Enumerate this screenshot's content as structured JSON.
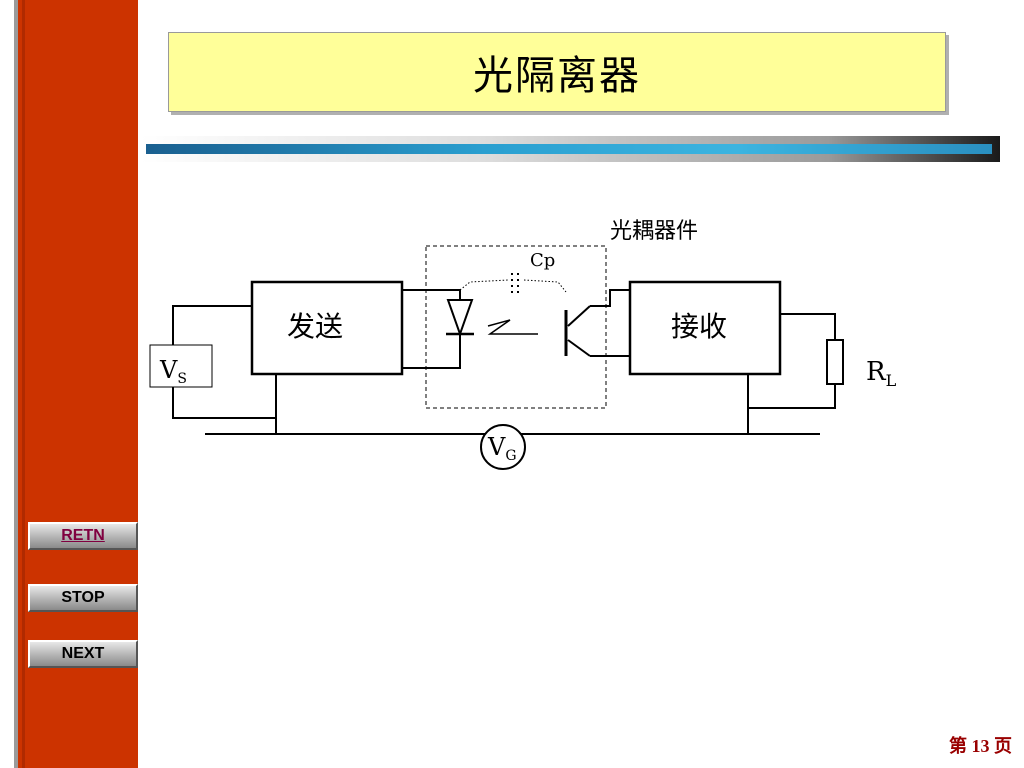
{
  "title": "光隔离器",
  "nav": {
    "retn": "RETN",
    "stop": "STOP",
    "next": "NEXT"
  },
  "page": {
    "prefix": "第",
    "number": "13",
    "suffix": "页"
  },
  "diagram": {
    "coupler_label": "光耦器件",
    "cp_label": "Cp",
    "sender_label": "发送",
    "receiver_label": "接收",
    "vs_main": "V",
    "vs_sub": "S",
    "rl_main": "R",
    "rl_sub": "L",
    "vg_main": "V",
    "vg_sub": "G"
  },
  "colors": {
    "sidebar": "#cc3300",
    "title_bg": "#ffff99",
    "page_number": "#990000"
  }
}
